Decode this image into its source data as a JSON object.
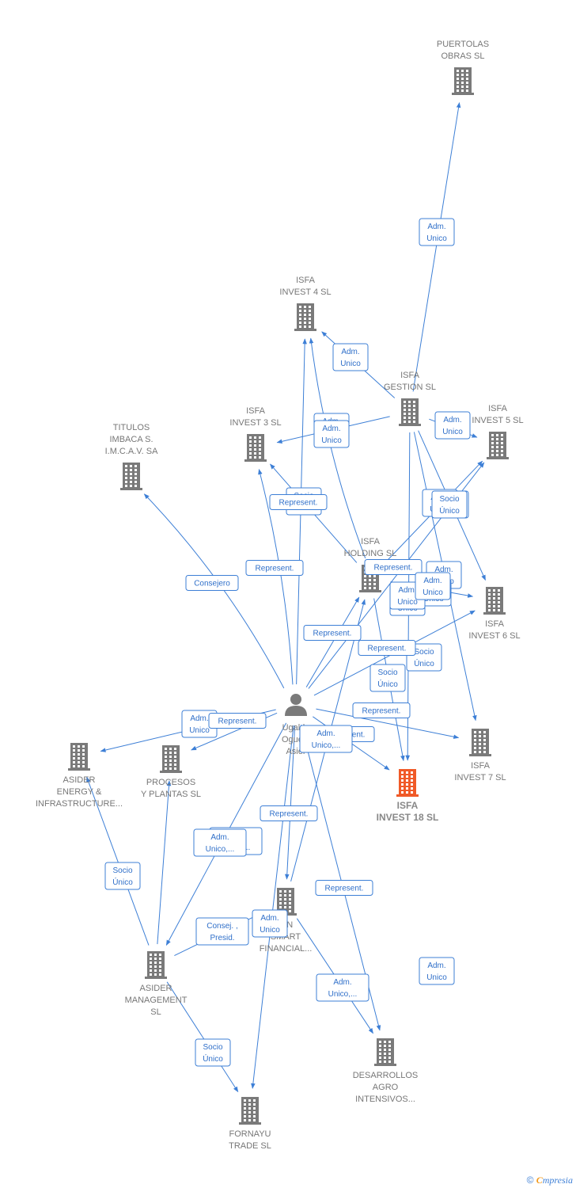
{
  "colors": {
    "edge": "#3d7fd6",
    "building": "#7a7a7a",
    "focus": "#f05a28",
    "person": "#7a7a7a"
  },
  "nodes": [
    {
      "id": "puertolas",
      "type": "company",
      "icon": "building-icon",
      "label": [
        "PUERTOLAS",
        "OBRAS  SL"
      ]
    },
    {
      "id": "isfa4",
      "type": "company",
      "icon": "building-icon",
      "label": [
        "ISFA",
        "INVEST 4  SL"
      ]
    },
    {
      "id": "gestion",
      "type": "company",
      "icon": "building-icon",
      "label": [
        "ISFA",
        "GESTION  SL"
      ]
    },
    {
      "id": "isfa3",
      "type": "company",
      "icon": "building-icon",
      "label": [
        "ISFA",
        "INVEST 3  SL"
      ]
    },
    {
      "id": "isfa5",
      "type": "company",
      "icon": "building-icon",
      "label": [
        "ISFA",
        "INVEST 5  SL"
      ]
    },
    {
      "id": "titulos",
      "type": "company",
      "icon": "building-icon",
      "label": [
        "TITULOS",
        "IMBACA S.",
        "I.M.C.A.V. SA"
      ]
    },
    {
      "id": "holding",
      "type": "company",
      "icon": "building-icon",
      "label": [
        "ISFA",
        "HOLDING  SL"
      ]
    },
    {
      "id": "isfa6",
      "type": "company",
      "icon": "building-icon",
      "label": [
        "ISFA",
        "INVEST 6  SL"
      ]
    },
    {
      "id": "person",
      "type": "person",
      "icon": "person-icon",
      "label": [
        "Ugalde",
        "Ogueta",
        "Asier"
      ]
    },
    {
      "id": "isfa7",
      "type": "company",
      "icon": "building-icon",
      "label": [
        "ISFA",
        "INVEST 7  SL"
      ]
    },
    {
      "id": "isfa18",
      "type": "focus",
      "icon": "building-icon",
      "label": [
        "ISFA",
        "INVEST 18  SL"
      ]
    },
    {
      "id": "asider_e",
      "type": "company",
      "icon": "building-icon",
      "label": [
        "ASIDER",
        "ENERGY &",
        "INFRASTRUCTURE..."
      ]
    },
    {
      "id": "procesos",
      "type": "company",
      "icon": "building-icon",
      "label": [
        "PROCESOS",
        "Y PLANTAS  SL"
      ]
    },
    {
      "id": "smart",
      "type": "company",
      "icon": "building-icon",
      "label": [
        "IAN",
        "SMART",
        "FINANCIAL..."
      ]
    },
    {
      "id": "asider_m",
      "type": "company",
      "icon": "building-icon",
      "label": [
        "ASIDER",
        "MANAGEMENT",
        "SL"
      ]
    },
    {
      "id": "desarrollos",
      "type": "company",
      "icon": "building-icon",
      "label": [
        "DESARROLLOS",
        "AGRO",
        "INTENSIVOS..."
      ]
    },
    {
      "id": "fornayu",
      "type": "company",
      "icon": "building-icon",
      "label": [
        "FORNAYU",
        "TRADE  SL"
      ]
    }
  ],
  "edges": [
    {
      "from": "gestion",
      "to": "puertolas",
      "label": [
        "Adm.",
        "Unico"
      ]
    },
    {
      "from": "gestion",
      "to": "isfa4",
      "label": [
        "Adm.",
        "Unico"
      ]
    },
    {
      "from": "gestion",
      "to": "isfa3",
      "label": [
        "Adm.",
        "Unico"
      ]
    },
    {
      "from": "gestion",
      "to": "isfa5",
      "label": [
        "Adm.",
        "Unico"
      ]
    },
    {
      "from": "gestion",
      "to": "isfa6",
      "label": [
        "Adm.",
        "Unico"
      ]
    },
    {
      "from": "gestion",
      "to": "isfa7",
      "label": [
        "Adm.",
        "Unico"
      ]
    },
    {
      "from": "gestion",
      "to": "isfa18",
      "label": [
        "Adm.",
        "Unico"
      ]
    },
    {
      "from": "holding",
      "to": "isfa4",
      "label": []
    },
    {
      "from": "holding",
      "to": "isfa3",
      "label": [
        "Socio",
        "Único"
      ]
    },
    {
      "from": "holding",
      "to": "isfa5",
      "label": [
        "Socio",
        "Único"
      ]
    },
    {
      "from": "holding",
      "to": "isfa6",
      "label": [
        "Socio",
        "Único"
      ]
    },
    {
      "from": "holding",
      "to": "isfa18",
      "label": [
        "Socio",
        "Único"
      ]
    },
    {
      "from": "person",
      "to": "titulos",
      "label": [
        "Consejero"
      ]
    },
    {
      "from": "person",
      "to": "isfa3",
      "label": [
        "Represent."
      ]
    },
    {
      "from": "person",
      "to": "isfa4",
      "label": []
    },
    {
      "from": "person",
      "to": "holding",
      "label": [
        "Represent."
      ]
    },
    {
      "from": "person",
      "to": "isfa5",
      "label": [
        "Represent."
      ]
    },
    {
      "from": "person",
      "to": "isfa6",
      "label": [
        "Represent."
      ]
    },
    {
      "from": "person",
      "to": "isfa7",
      "label": [
        "Represent."
      ]
    },
    {
      "from": "person",
      "to": "isfa18",
      "label": [
        "Represent."
      ]
    },
    {
      "from": "person",
      "to": "asider_e",
      "label": [
        "Adm.",
        "Unico"
      ]
    },
    {
      "from": "person",
      "to": "procesos",
      "label": [
        "Represent."
      ]
    },
    {
      "from": "person",
      "to": "smart",
      "label": [
        "Represent."
      ]
    },
    {
      "from": "person",
      "to": "asider_m",
      "label": [
        "Adm.",
        "Unico,..."
      ]
    },
    {
      "from": "person",
      "to": "desarrollos",
      "label": [
        "Represent."
      ]
    },
    {
      "from": "person",
      "to": "fornayu",
      "label": []
    },
    {
      "from": "asider_m",
      "to": "asider_e",
      "label": [
        "Socio",
        "Único"
      ]
    },
    {
      "from": "asider_m",
      "to": "procesos",
      "label": [
        "Adm.",
        "Unico,..."
      ]
    },
    {
      "from": "asider_m",
      "to": "smart",
      "label": [
        "Consej. ,",
        "Presid."
      ]
    },
    {
      "from": "asider_m",
      "to": "fornayu",
      "label": [
        "Socio",
        "Único"
      ]
    },
    {
      "from": "smart",
      "to": "desarrollos",
      "label": [
        "Adm.",
        "Unico,..."
      ]
    },
    {
      "from": "smart",
      "to": "holding",
      "label": [
        "Adm.",
        "Unico,..."
      ]
    }
  ],
  "extra_labels": [
    {
      "text": [
        "Adm.",
        "Unico"
      ]
    },
    {
      "text": [
        "Represent."
      ]
    },
    {
      "text": [
        "Adm.",
        "Unico"
      ]
    },
    {
      "text": [
        "Socio",
        "Único"
      ]
    },
    {
      "text": [
        "Adm.",
        "Unico"
      ]
    },
    {
      "text": [
        "Adm.",
        "Unico"
      ]
    },
    {
      "text": [
        "Adm.",
        "Unico"
      ]
    },
    {
      "text": [
        "Adm.",
        "Unico"
      ]
    }
  ],
  "footer": {
    "symbol": "©",
    "brand_initial": "C",
    "brand_rest": "mpresia"
  }
}
